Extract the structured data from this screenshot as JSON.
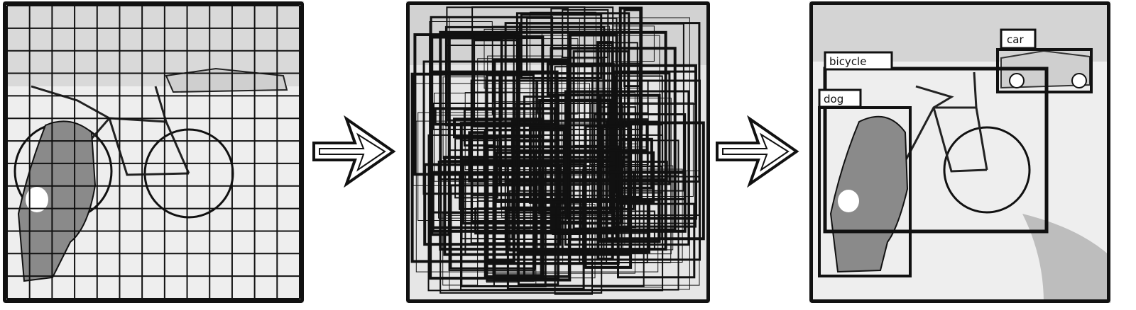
{
  "detections": {
    "bicycle": "bicycle",
    "car": "car",
    "dog": "dog"
  },
  "grid": {
    "rows": 13,
    "cols": 13
  },
  "colors": {
    "ink": "#111111",
    "paper": "#ffffff",
    "shade": "#cfcfcf"
  },
  "icons": [
    "right-arrow-icon"
  ]
}
